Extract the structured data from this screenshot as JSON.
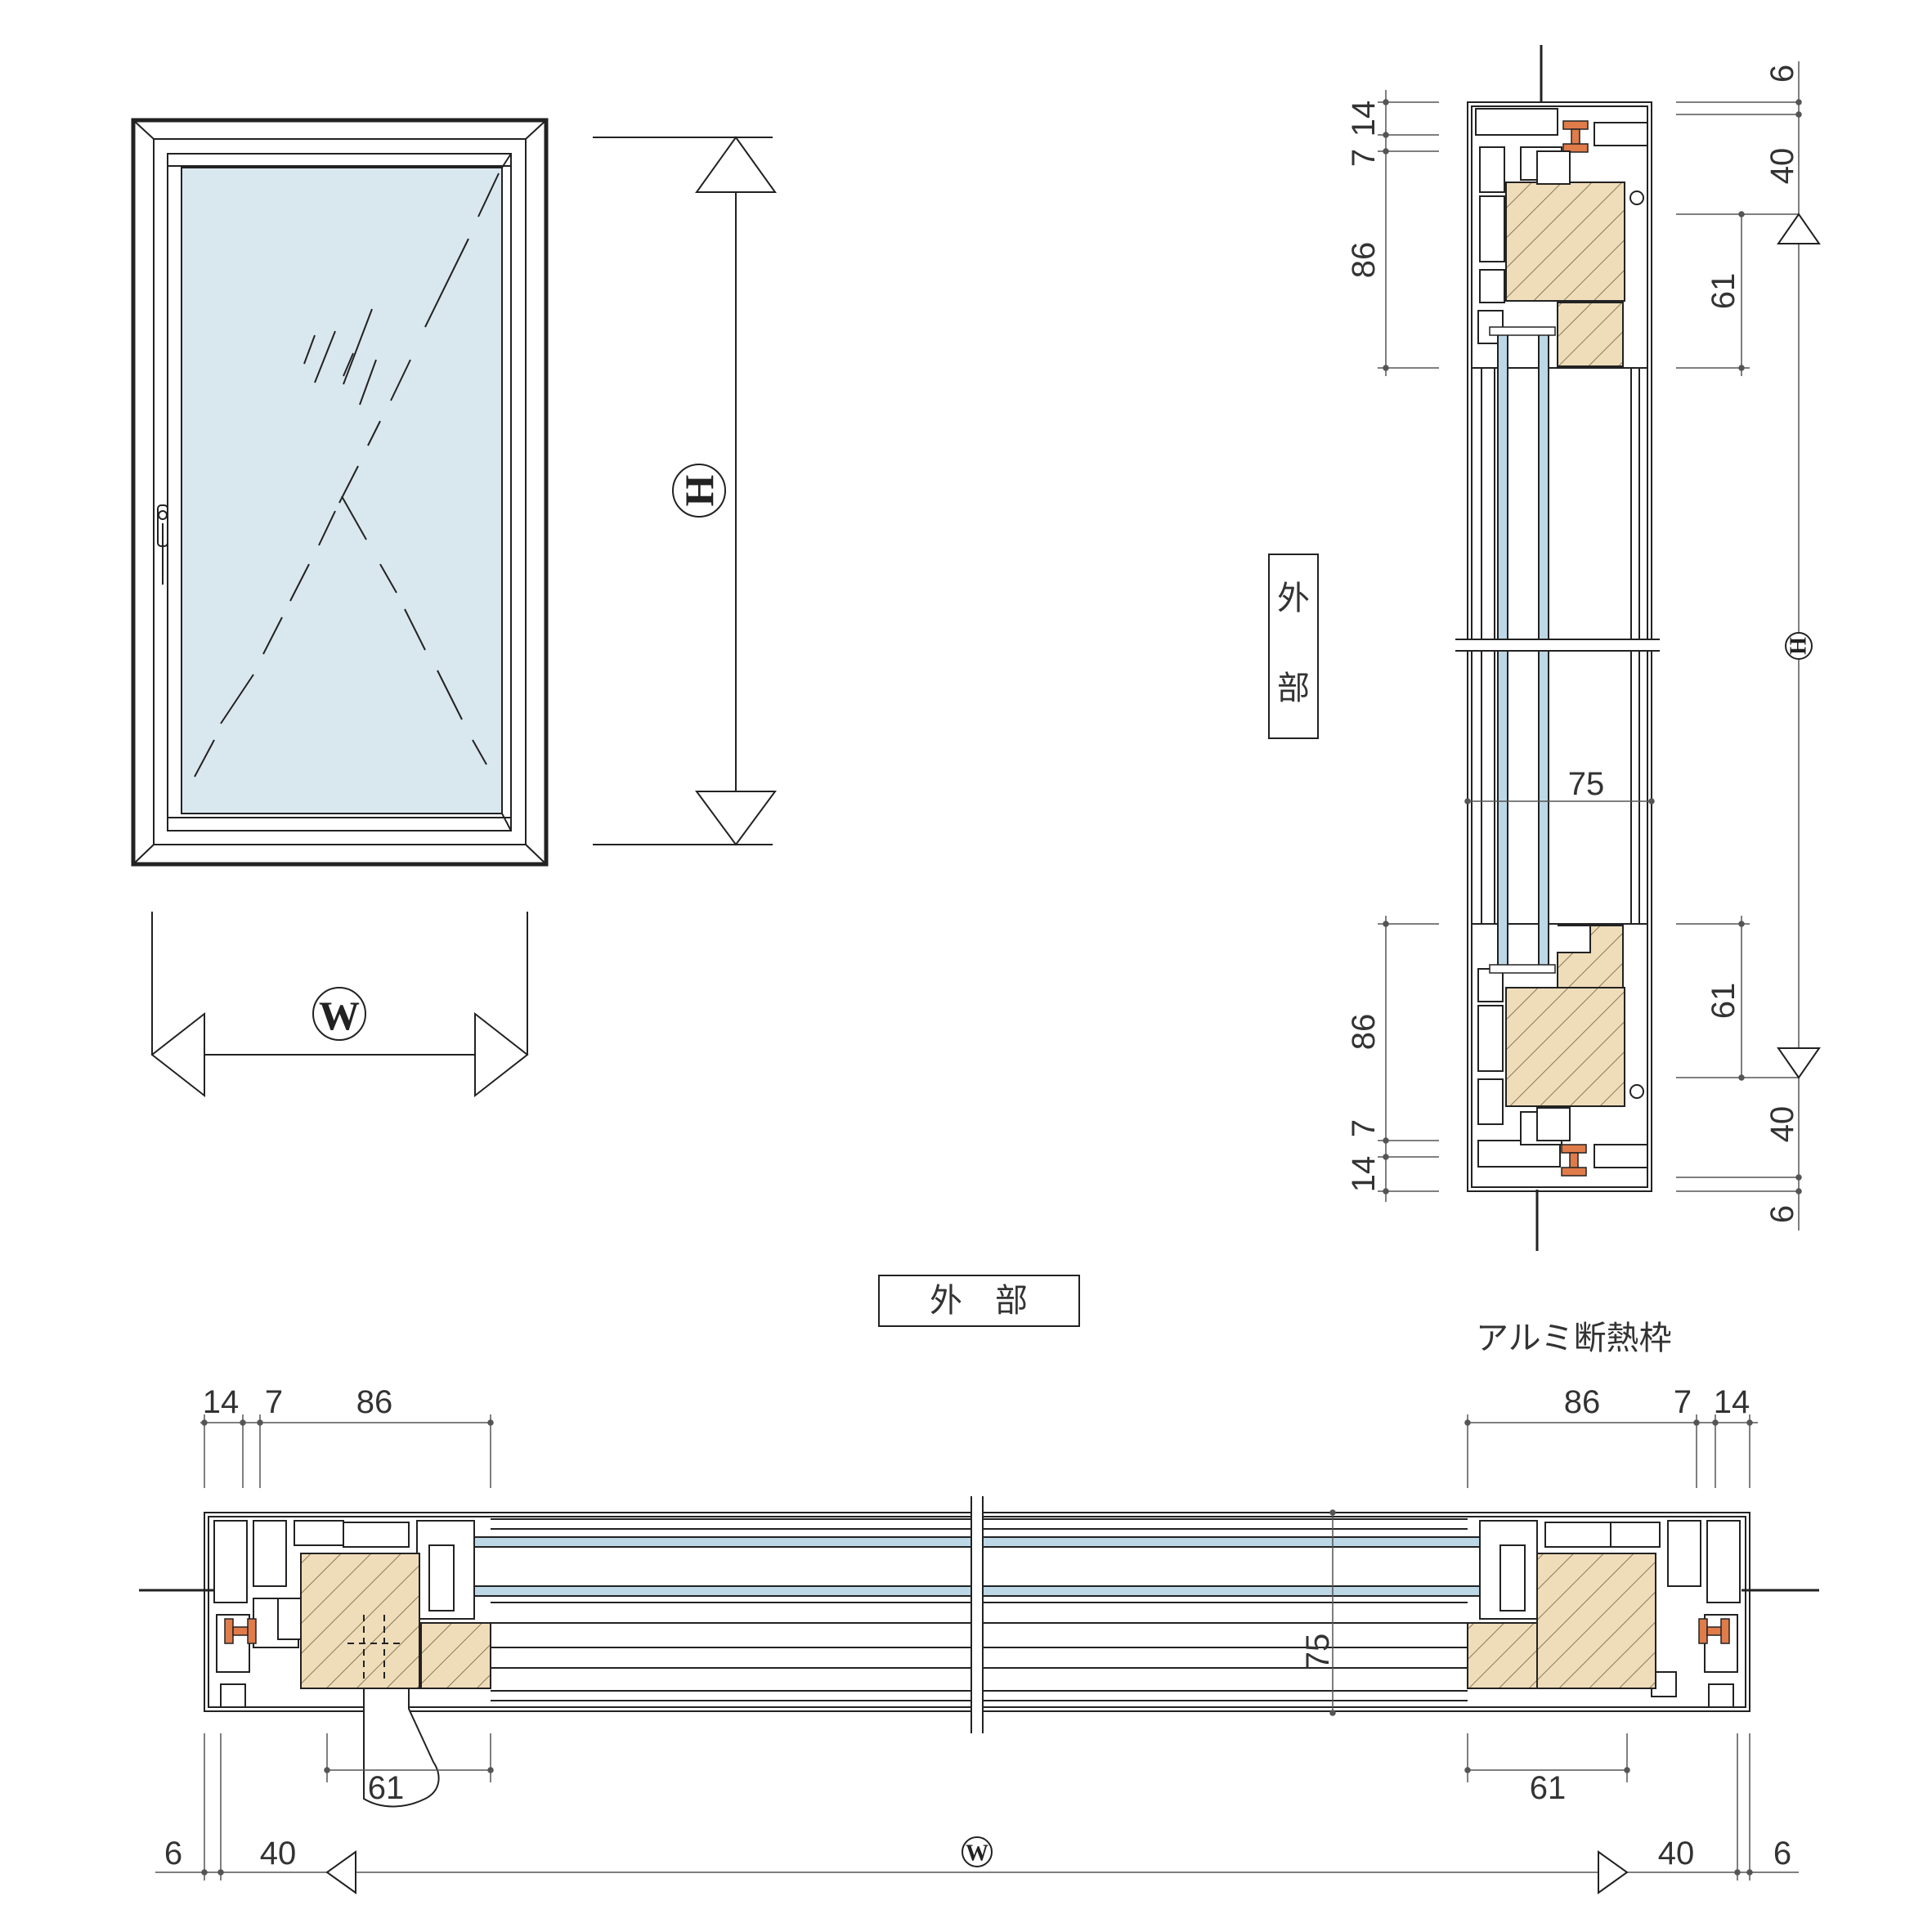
{
  "elevation": {
    "width_symbol": "W",
    "height_symbol": "H"
  },
  "vertical_section": {
    "exterior_label_chars": [
      "外",
      "部"
    ],
    "height_symbol": "H",
    "dims_left_top": [
      "14",
      "7",
      "86"
    ],
    "dims_left_bottom": [
      "86",
      "7",
      "14"
    ],
    "dims_right_top": [
      "6",
      "40",
      "61"
    ],
    "dims_right_bottom": [
      "61",
      "40",
      "6"
    ],
    "depth": "75"
  },
  "horizontal_section": {
    "exterior_label": "外　部",
    "frame_note": "アルミ断熱枠",
    "dims_top_left": [
      "14",
      "7",
      "86"
    ],
    "dims_top_right": [
      "86",
      "7",
      "14"
    ],
    "dims_bottom_left": [
      "61",
      "6",
      "40"
    ],
    "dims_bottom_right": [
      "61",
      "40",
      "6"
    ],
    "depth": "75",
    "width_symbol": "W"
  },
  "colors": {
    "glass": "#d9e7ee",
    "glass_strip": "#bcd7e6",
    "wood": "#efdcb9",
    "thermal_break": "#e07b4a",
    "line": "#222222",
    "dim_line": "#555555"
  }
}
